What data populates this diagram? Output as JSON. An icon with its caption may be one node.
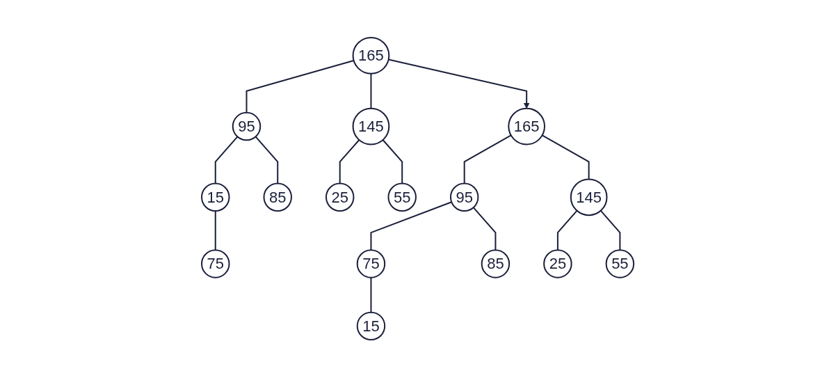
{
  "diagram": {
    "nodes": [
      {
        "text": [
          "165"
        ]
      },
      {
        "text": [
          "95"
        ]
      },
      {
        "text": [
          "145"
        ]
      },
      {
        "text": [
          "15"
        ]
      },
      {
        "text": [
          "85"
        ]
      },
      {
        "text": [
          "25"
        ]
      },
      {
        "text": [
          "55"
        ]
      },
      {
        "text": [
          "75"
        ]
      },
      {
        "text": [
          "165"
        ]
      },
      {
        "text": [
          "95"
        ]
      },
      {
        "text": [
          "145"
        ]
      },
      {
        "text": [
          "75"
        ]
      },
      {
        "text": [
          "85"
        ]
      },
      {
        "text": [
          "25"
        ]
      },
      {
        "text": [
          "55"
        ]
      },
      {
        "text": [
          "15"
        ]
      }
    ],
    "edges": [
      {
        "from": 0,
        "to": 1,
        "arrow": "none"
      },
      {
        "from": 0,
        "to": 2,
        "arrow": "none"
      },
      {
        "from": 1,
        "to": 3,
        "arrow": "none"
      },
      {
        "from": 1,
        "to": 4,
        "arrow": "none"
      },
      {
        "from": 2,
        "to": 5,
        "arrow": "none"
      },
      {
        "from": 2,
        "to": 6,
        "arrow": "none"
      },
      {
        "from": 3,
        "to": 7,
        "arrow": "none"
      },
      {
        "from": 0,
        "to": 8,
        "arrow": "to"
      },
      {
        "from": 8,
        "to": 9,
        "arrow": "none"
      },
      {
        "from": 8,
        "to": 10,
        "arrow": "none"
      },
      {
        "from": 9,
        "to": 11,
        "arrow": "none"
      },
      {
        "from": 9,
        "to": 12,
        "arrow": "none"
      },
      {
        "from": 10,
        "to": 13,
        "arrow": "none"
      },
      {
        "from": 10,
        "to": 14,
        "arrow": "none"
      },
      {
        "from": 11,
        "to": 15,
        "arrow": "none"
      }
    ]
  }
}
